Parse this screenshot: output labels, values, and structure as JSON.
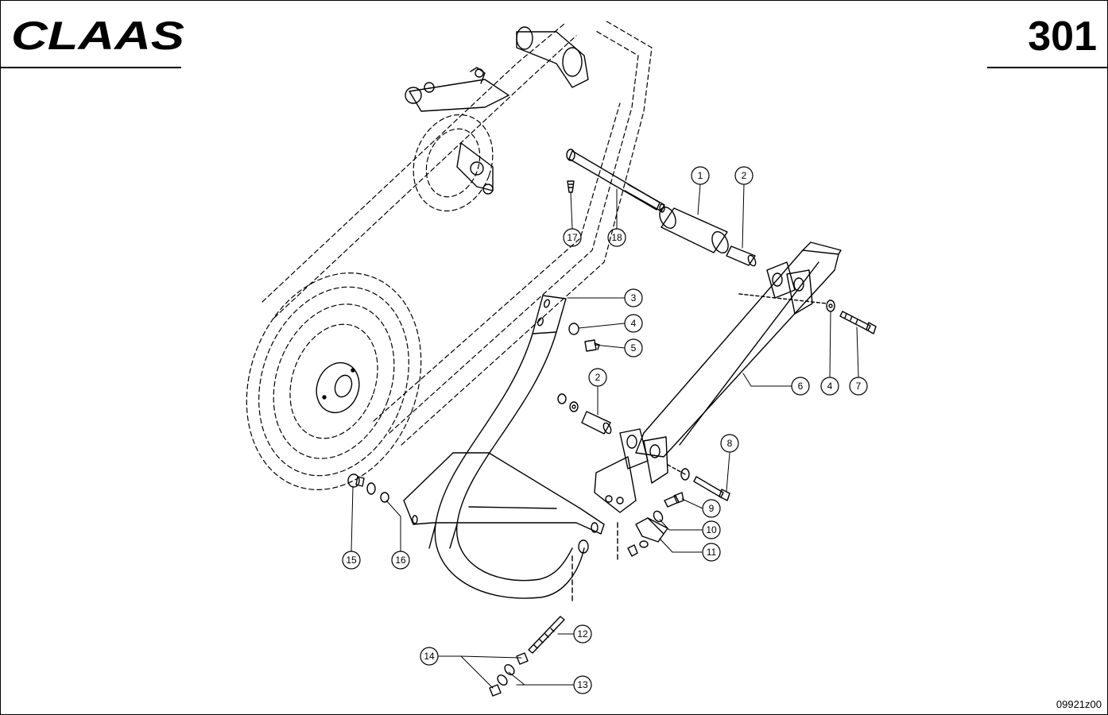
{
  "header": {
    "brand": "CLAAS",
    "page_number": "301"
  },
  "footer": {
    "drawing_id": "09921z00"
  },
  "callouts": [
    {
      "id": "c1",
      "label": "1"
    },
    {
      "id": "c2",
      "label": "2"
    },
    {
      "id": "c3",
      "label": "3"
    },
    {
      "id": "c4",
      "label": "4"
    },
    {
      "id": "c5",
      "label": "5"
    },
    {
      "id": "c6",
      "label": "6"
    },
    {
      "id": "c4b",
      "label": "4"
    },
    {
      "id": "c7",
      "label": "7"
    },
    {
      "id": "c2b",
      "label": "2"
    },
    {
      "id": "c8",
      "label": "8"
    },
    {
      "id": "c9",
      "label": "9"
    },
    {
      "id": "c10",
      "label": "10"
    },
    {
      "id": "c11",
      "label": "11"
    },
    {
      "id": "c12",
      "label": "12"
    },
    {
      "id": "c13",
      "label": "13"
    },
    {
      "id": "c14",
      "label": "14"
    },
    {
      "id": "c15",
      "label": "15"
    },
    {
      "id": "c16",
      "label": "16"
    },
    {
      "id": "c17",
      "label": "17"
    },
    {
      "id": "c18",
      "label": "18"
    }
  ],
  "colors": {
    "line": "#000000",
    "background": "#ffffff"
  }
}
